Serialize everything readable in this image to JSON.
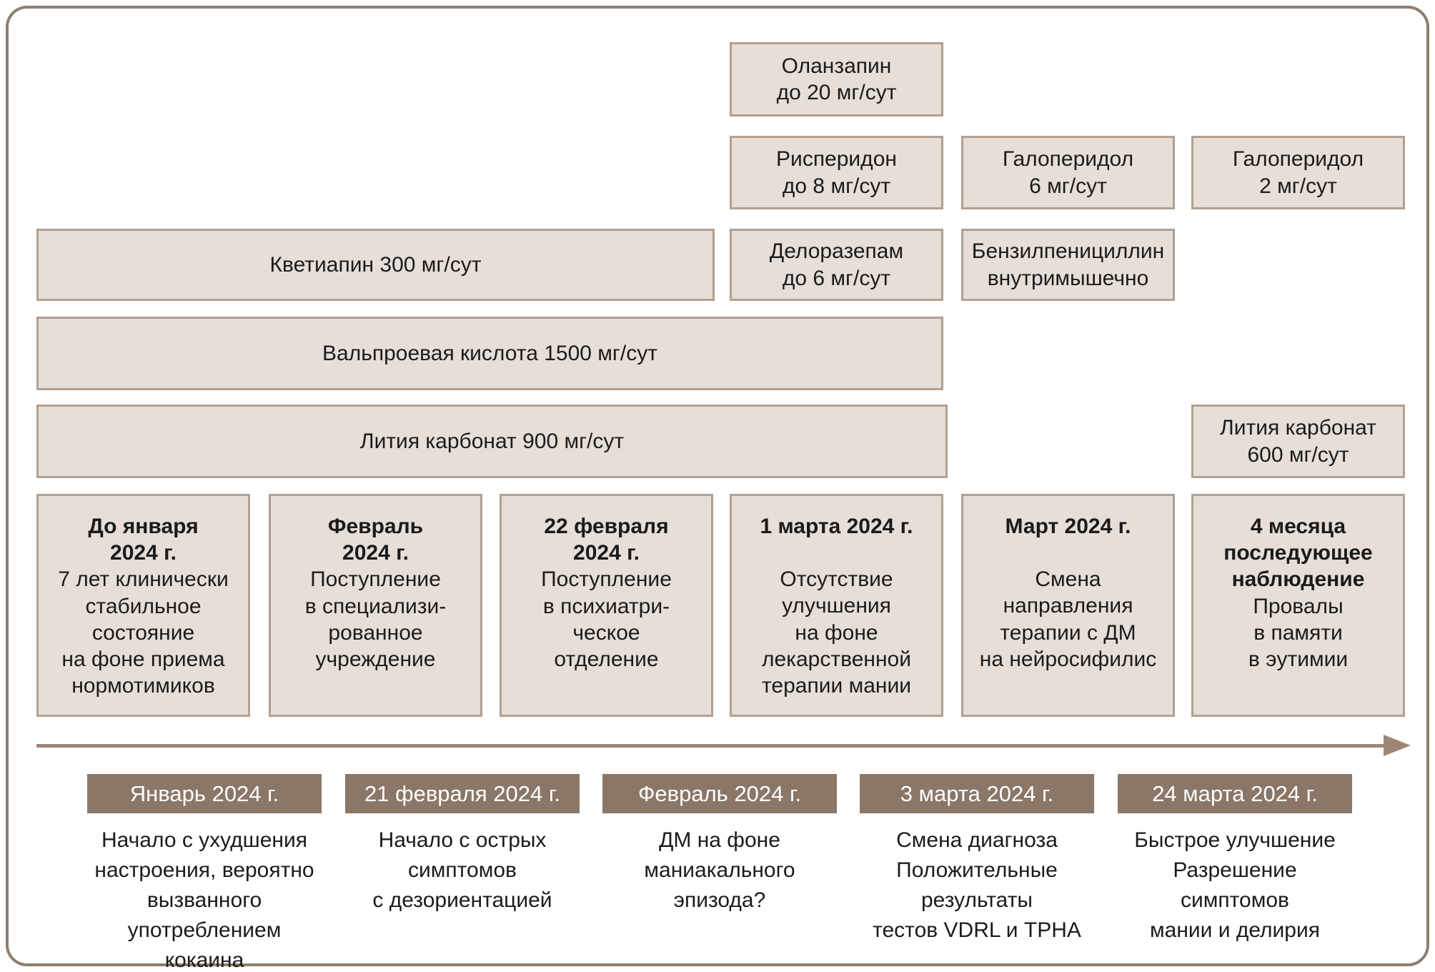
{
  "colors": {
    "box_fill": "#e6ded7",
    "box_border": "#b1a091",
    "date_label_background": "#8b7768",
    "date_label_text": "#ffffff",
    "arrow": "#9c8777",
    "frame_border": "#8d7d6e",
    "text": "#1b1b1b"
  },
  "medications": [
    {
      "key": "olanzapine",
      "text": "Оланзапин\nдо 20 мг/сут"
    },
    {
      "key": "risperidone",
      "text": "Рисперидон\nдо 8 мг/сут"
    },
    {
      "key": "haloperidol_6",
      "text": "Галоперидол\n6 мг/сут"
    },
    {
      "key": "haloperidol_2",
      "text": "Галоперидол\n2 мг/сут"
    },
    {
      "key": "quetiapine",
      "text": "Кветиапин 300 мг/сут"
    },
    {
      "key": "delorazepam",
      "text": "Делоразепам\nдо 6 мг/сут"
    },
    {
      "key": "benzylpenicillin",
      "text": "Бензилпенициллин\nвнутримышечно"
    },
    {
      "key": "valproate",
      "text": "Вальпроевая кислота 1500 мг/сут"
    },
    {
      "key": "lithium_900",
      "text": "Лития карбонат 900 мг/сут"
    },
    {
      "key": "lithium_600",
      "text": "Лития карбонат\n600 мг/сут"
    }
  ],
  "events": [
    {
      "date": "До января\n2024 г.",
      "text": "7 лет клинически\nстабильное\nсостояние\nна фоне приема\nнормотимиков"
    },
    {
      "date": "Февраль\n2024 г.",
      "text": "Поступление\nв специализи-\nрованное\nучреждение"
    },
    {
      "date": "22 февраля\n2024 г.",
      "text": "Поступление\nв психиатри-\nческое\nотделение"
    },
    {
      "date": "1 марта 2024 г.",
      "text": "Отсутствие\nулучшения\nна фоне\nлекарственной\nтерапии мании"
    },
    {
      "date": "Март 2024 г.",
      "text": "Смена\nнаправления\nтерапии с ДМ\nна нейросифилис"
    },
    {
      "date": "4 месяца\nпоследующее\nнаблюдение",
      "text": "Провалы\nв памяти\nв эутимии"
    }
  ],
  "timeline": [
    {
      "date": "Январь 2024 г.",
      "text": "Начало с ухудшения\nнастроения, вероятно\nвызванного\nупотреблением\nкокаина"
    },
    {
      "date": "21 февраля 2024 г.",
      "text": "Начало с острых\nсимптомов\nс дезориентацией"
    },
    {
      "date": "Февраль 2024 г.",
      "text": "ДМ на фоне\nманиакального\nэпизода?"
    },
    {
      "date": "3 марта 2024 г.",
      "text": "Смена диагноза\nПоложительные\nрезультаты\nтестов VDRL и TPHA"
    },
    {
      "date": "24 марта 2024 г.",
      "text": "Быстрое улучшение\nРазрешение\nсимптомов\nмании и делирия"
    }
  ]
}
